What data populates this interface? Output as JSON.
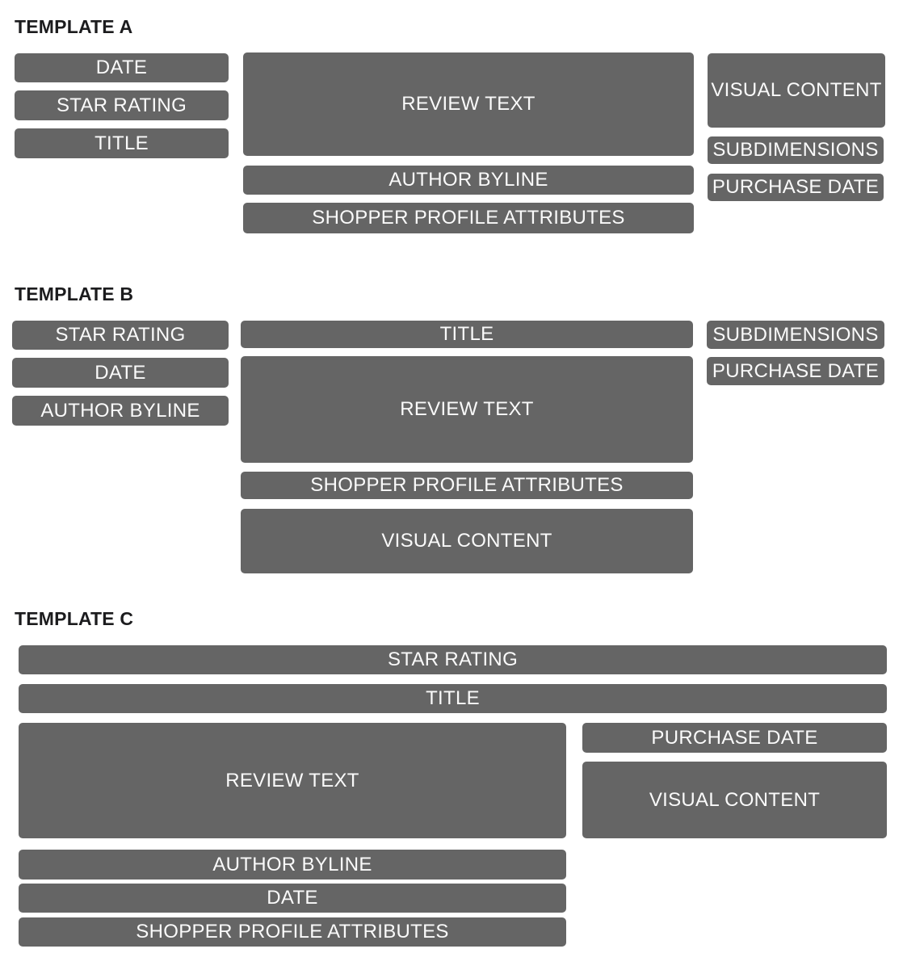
{
  "page": {
    "background_color": "#ffffff",
    "box_fill_color": "#656565",
    "box_label_color": "#fafafa",
    "heading_color": "#1c1c1e"
  },
  "templates": [
    {
      "title": "TEMPLATE A",
      "boxes": [
        {
          "id": "date",
          "label": "DATE"
        },
        {
          "id": "star-rating",
          "label": "STAR RATING"
        },
        {
          "id": "title",
          "label": "TITLE"
        },
        {
          "id": "review-text",
          "label": "REVIEW TEXT"
        },
        {
          "id": "author-byline",
          "label": "AUTHOR BYLINE"
        },
        {
          "id": "shopper-profile-attributes",
          "label": "SHOPPER PROFILE ATTRIBUTES"
        },
        {
          "id": "visual-content",
          "label": "VISUAL CONTENT"
        },
        {
          "id": "subdimensions",
          "label": "SUBDIMENSIONS"
        },
        {
          "id": "purchase-date",
          "label": "PURCHASE DATE"
        }
      ]
    },
    {
      "title": "TEMPLATE B",
      "boxes": [
        {
          "id": "star-rating",
          "label": "STAR RATING"
        },
        {
          "id": "date",
          "label": "DATE"
        },
        {
          "id": "author-byline",
          "label": "AUTHOR BYLINE"
        },
        {
          "id": "title",
          "label": "TITLE"
        },
        {
          "id": "review-text",
          "label": "REVIEW TEXT"
        },
        {
          "id": "shopper-profile-attributes",
          "label": "SHOPPER PROFILE ATTRIBUTES"
        },
        {
          "id": "visual-content",
          "label": "VISUAL CONTENT"
        },
        {
          "id": "subdimensions",
          "label": "SUBDIMENSIONS"
        },
        {
          "id": "purchase-date",
          "label": "PURCHASE DATE"
        }
      ]
    },
    {
      "title": "TEMPLATE C",
      "boxes": [
        {
          "id": "star-rating",
          "label": "STAR RATING"
        },
        {
          "id": "title",
          "label": "TITLE"
        },
        {
          "id": "review-text",
          "label": "REVIEW TEXT"
        },
        {
          "id": "author-byline",
          "label": "AUTHOR BYLINE"
        },
        {
          "id": "date",
          "label": "DATE"
        },
        {
          "id": "shopper-profile-attributes",
          "label": "SHOPPER PROFILE ATTRIBUTES"
        },
        {
          "id": "purchase-date",
          "label": "PURCHASE DATE"
        },
        {
          "id": "visual-content",
          "label": "VISUAL CONTENT"
        }
      ]
    }
  ]
}
